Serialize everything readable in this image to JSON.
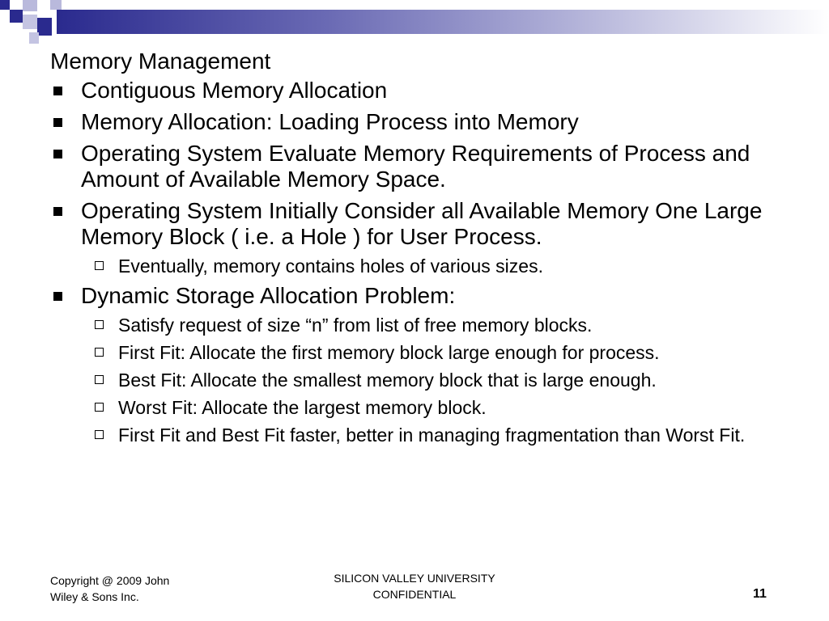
{
  "slide": {
    "title": "Memory Management",
    "bullets": [
      {
        "level": 1,
        "text": "Contiguous Memory Allocation"
      },
      {
        "level": 1,
        "text": "Memory Allocation: Loading Process into Memory"
      },
      {
        "level": 1,
        "text": "Operating System Evaluate Memory Requirements of Process and Amount of Available Memory Space."
      },
      {
        "level": 1,
        "text": "Operating System Initially Consider all Available Memory One Large Memory Block  ( i.e. a Hole ) for User Process."
      },
      {
        "level": 2,
        "text": "Eventually, memory contains holes of various sizes."
      },
      {
        "level": 1,
        "text": "Dynamic Storage Allocation Problem:"
      },
      {
        "level": 2,
        "text": "Satisfy request of size “n” from list of free memory blocks."
      },
      {
        "level": 2,
        "text": "First Fit: Allocate the first memory block large enough for process."
      },
      {
        "level": 2,
        "text": "Best Fit: Allocate the smallest memory block that is large enough."
      },
      {
        "level": 2,
        "text": "Worst Fit: Allocate the largest memory block."
      },
      {
        "level": 2,
        "text": "First Fit and Best Fit faster, better in managing fragmentation than Worst Fit."
      }
    ]
  },
  "footer": {
    "copyright_line1": "Copyright @ 2009 John",
    "copyright_line2": "Wiley & Sons Inc.",
    "center_line1": "SILICON VALLEY UNIVERSITY",
    "center_line2": "CONFIDENTIAL",
    "page_number": "11"
  },
  "colors": {
    "accent_dark": "#2a2a8e",
    "accent_light": "#b9b9dc"
  }
}
